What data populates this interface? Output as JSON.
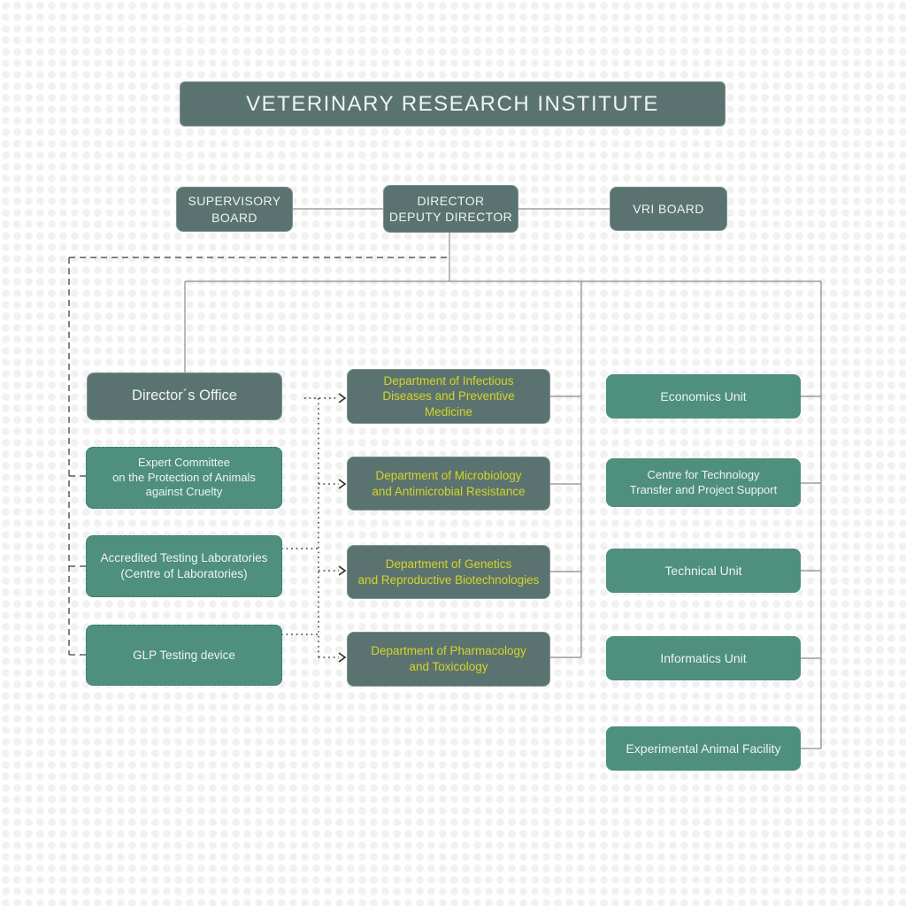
{
  "title": {
    "label": "VETERINARY RESEARCH INSTITUTE"
  },
  "nodes": {
    "supervisory_board": "SUPERVISORY\nBOARD",
    "director": "DIRECTOR\nDEPUTY DIRECTOR",
    "vri_board": "VRI BOARD",
    "directors_office": "Director´s Office",
    "expert_committee": "Expert Committee\non the Protection of Animals\nagainst Cruelty",
    "accredited_labs": "Accredited Testing Laboratories\n(Centre of Laboratories)",
    "glp_testing": "GLP Testing device",
    "dept_infectious": "Department of Infectious\nDiseases and Preventive\nMedicine",
    "dept_microbiology": "Department of Microbiology\nand Antimicrobial Resistance",
    "dept_genetics": "Department of Genetics\nand Reproductive Biotechnologies",
    "dept_pharmacology": "Department of Pharmacology\nand Toxicology",
    "economics_unit": "Economics Unit",
    "centre_technology": "Centre for Technology\nTransfer and Project Support",
    "technical_unit": "Technical Unit",
    "informatics_unit": "Informatics Unit",
    "experimental_animal_facility": "Experimental Animal Facility"
  },
  "colors": {
    "slate_box": "#5b7370",
    "teal_box": "#4e8f7d",
    "teal_border": "#2f7a66",
    "yellow_text": "#d4d428",
    "box_text": "#eef4f1",
    "solid_line": "#8a8a8a",
    "dashed_line": "#3f3f3f",
    "dotted_line": "#2e2e2e"
  }
}
